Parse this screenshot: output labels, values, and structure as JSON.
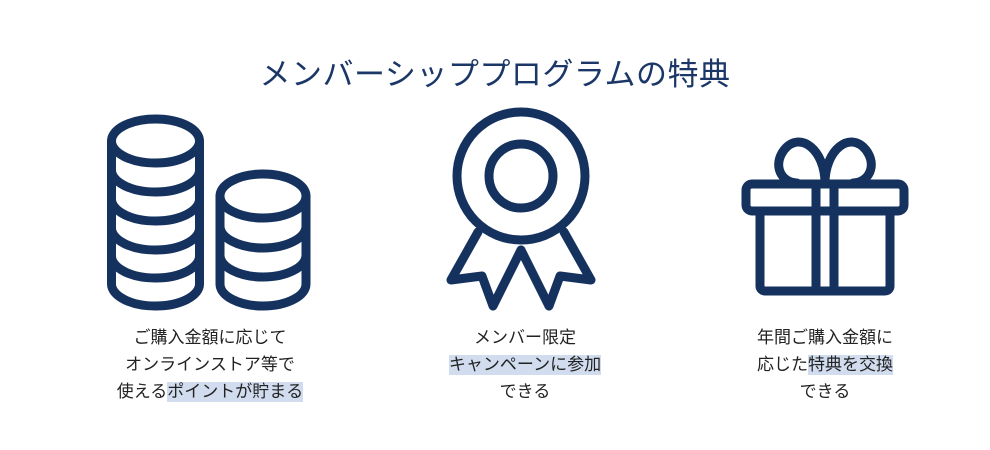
{
  "title": "メンバーシッププログラムの特典",
  "colors": {
    "icon": "#15325f",
    "title": "#1b3767",
    "text": "#222222",
    "highlight": "#d1ddef"
  },
  "benefits": [
    {
      "icon": "coins-stack-icon",
      "lines": [
        {
          "plain": "ご購入金額に応じて",
          "highlight": ""
        },
        {
          "plain": "オンラインストア等で",
          "highlight": ""
        },
        {
          "plain": "使える",
          "highlight": "ポイントが貯まる"
        }
      ]
    },
    {
      "icon": "medal-ribbon-icon",
      "lines": [
        {
          "plain": "メンバー限定",
          "highlight": ""
        },
        {
          "plain": "",
          "highlight": "キャンペーンに参加"
        },
        {
          "plain": "できる",
          "highlight": ""
        }
      ]
    },
    {
      "icon": "gift-box-icon",
      "lines": [
        {
          "plain": "年間ご購入金額に",
          "highlight": ""
        },
        {
          "plain": "応じた",
          "highlight": "特典を交換"
        },
        {
          "plain": "できる",
          "highlight": ""
        }
      ]
    }
  ]
}
